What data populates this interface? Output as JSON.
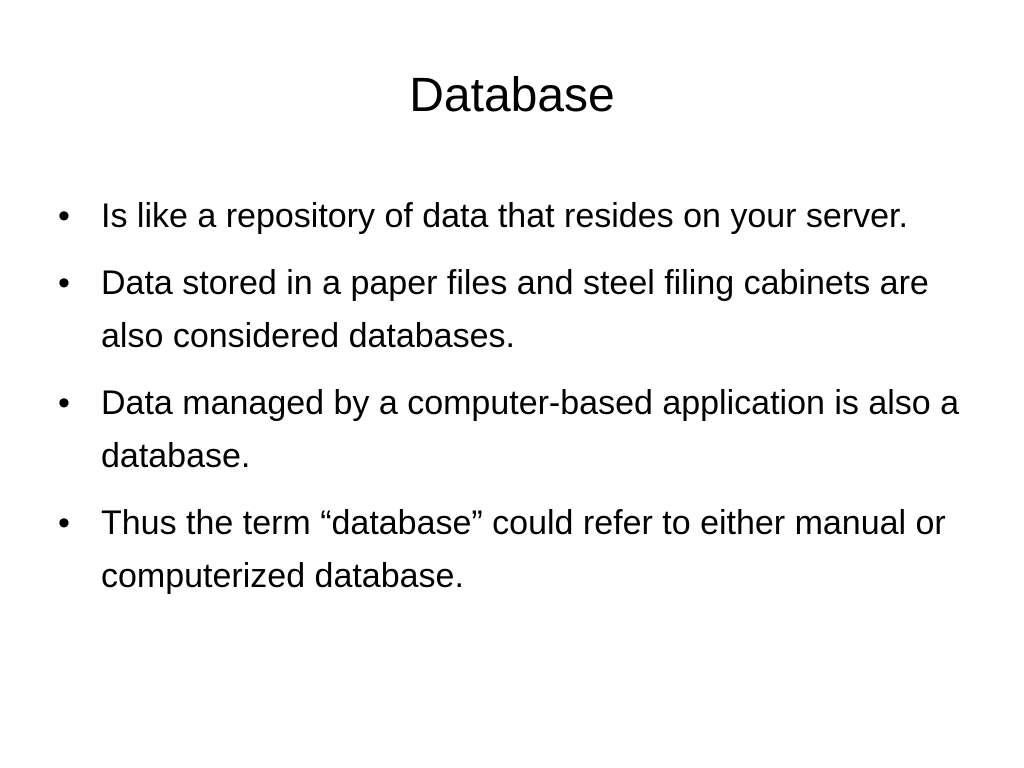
{
  "slide": {
    "title": "Database",
    "bullet_symbol": "•",
    "bullets": [
      "Is like a repository of data that resides on your server.",
      "Data stored in a paper files and steel filing cabinets are also considered databases.",
      "Data managed by a computer-based application is also a database.",
      "Thus the term “database” could refer to either manual or computerized database."
    ]
  }
}
